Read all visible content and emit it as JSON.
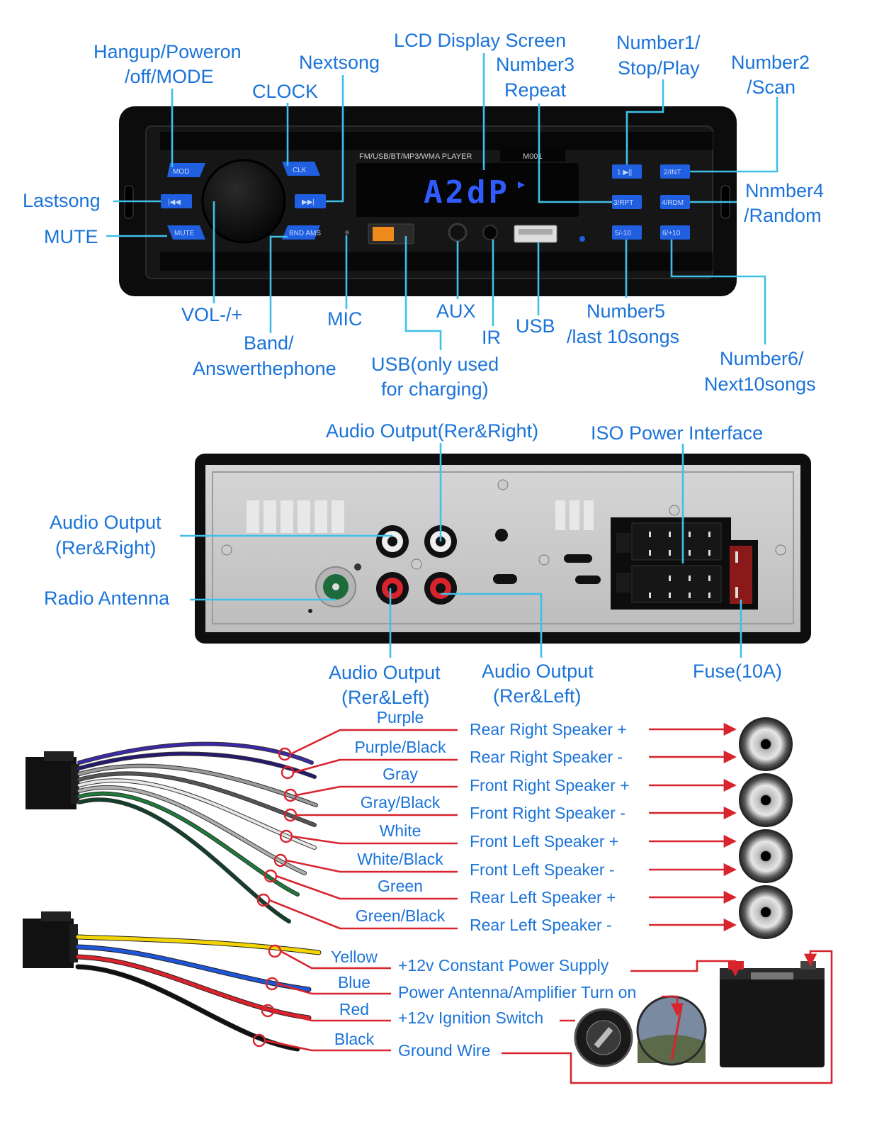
{
  "colors": {
    "label": "#1a73d9",
    "leader_line": "#3fc0e8",
    "wire_arrow": "#d9232d",
    "button_blue": "#1f5fe0"
  },
  "front_panel": {
    "panel_text": "FM/USB/BT/MP3/WMA PLAYER",
    "model_text": "M001",
    "lcd_text": "A2dP",
    "button_labels": {
      "mod": "MOD",
      "clk": "CLK",
      "prev": "|◀◀",
      "next": "▶▶|",
      "mute": "MUTE",
      "band": "BND AMS",
      "n1": "1 ▶||",
      "n2": "2/INT",
      "n3": "3/RPT",
      "n4": "4/RDM",
      "n5": "5/-10",
      "n6": "6/+10"
    },
    "labels": {
      "hangup_1": "Hangup/Poweron",
      "hangup_2": "/off/MODE",
      "nextsong": "Nextsong",
      "clock": "CLOCK",
      "lcd_screen": "LCD Display Screen",
      "repeat_1": "Number3",
      "repeat_2": "Repeat",
      "stopplay_1": "Number1/",
      "stopplay_2": "Stop/Play",
      "scan_1": "Number2",
      "scan_2": "/Scan",
      "lastsong": "Lastsong",
      "mute": "MUTE",
      "random_1": "Nnmber4",
      "random_2": "/Random",
      "vol": "VOL-/+",
      "mic": "MIC",
      "band_1": "Band/",
      "band_2": "Answerthephone",
      "aux": "AUX",
      "ir": "IR",
      "usb": "USB",
      "usb_charge_1": "USB(only used",
      "usb_charge_2": "for charging)",
      "n5_1": "Number5",
      "n5_2": "/last 10songs",
      "n6_1": "Number6/",
      "n6_2": "Next10songs"
    }
  },
  "rear_panel": {
    "labels": {
      "audio_rr_top": "Audio Output(Rer&Right)",
      "iso": "ISO Power Interface",
      "audio_rr_left_1": "Audio Output",
      "audio_rr_left_2": "(Rer&Right)",
      "antenna": "Radio Antenna",
      "audio_rl_a_1": "Audio Output",
      "audio_rl_a_2": "(Rer&Left)",
      "audio_rl_b_1": "Audio Output",
      "audio_rl_b_2": "(Rer&Left)",
      "fuse": "Fuse(10A)"
    }
  },
  "speaker_wiring": [
    {
      "color_name": "Purple",
      "function": "Rear Right Speaker +",
      "wire": "#3a2aa8"
    },
    {
      "color_name": "Purple/Black",
      "function": "Rear Right Speaker -",
      "wire": "#241a70"
    },
    {
      "color_name": "Gray",
      "function": "Front Right Speaker +",
      "wire": "#9a9a9a"
    },
    {
      "color_name": "Gray/Black",
      "function": "Front Right Speaker -",
      "wire": "#555555"
    },
    {
      "color_name": "White",
      "function": "Front Left Speaker +",
      "wire": "#e8e8e8"
    },
    {
      "color_name": "White/Black",
      "function": "Front Left Speaker -",
      "wire": "#b0b0b0"
    },
    {
      "color_name": "Green",
      "function": "Rear Left Speaker +",
      "wire": "#1e7a3a"
    },
    {
      "color_name": "Green/Black",
      "function": "Rear Left Speaker -",
      "wire": "#12402a"
    }
  ],
  "power_wiring": [
    {
      "color_name": "Yellow",
      "function": "+12v Constant Power Supply",
      "wire": "#f2d400"
    },
    {
      "color_name": "Blue",
      "function": "Power Antenna/Amplifier Turn on",
      "wire": "#1f55d6"
    },
    {
      "color_name": "Red",
      "function": "+12v Ignition Switch",
      "wire": "#d9232d"
    },
    {
      "color_name": "Black",
      "function": "Ground Wire",
      "wire": "#111111"
    }
  ]
}
